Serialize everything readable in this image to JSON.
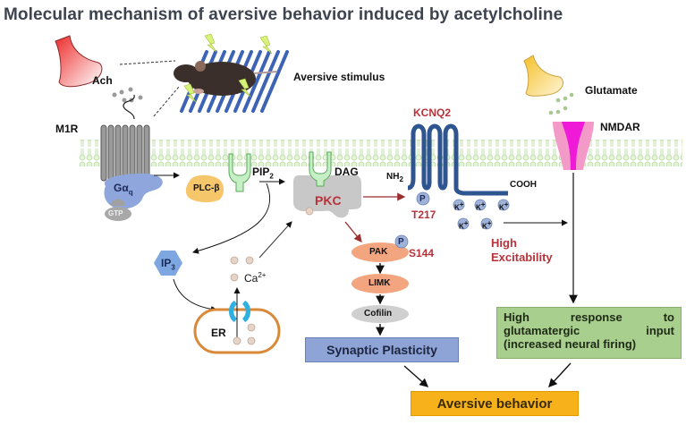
{
  "title": "Molecular mechanism of aversive behavior induced by acetylcholine",
  "labels": {
    "ach": "Ach",
    "m1r": "M1R",
    "aversive_stimulus": "Aversive stimulus",
    "glutamate": "Glutamate",
    "nmdar": "NMDAR",
    "kcnq2": "KCNQ2",
    "g_alpha": "Gα",
    "g_alpha_sub": "q",
    "gtp": "GTP",
    "plc": "PLC-β",
    "pip": "PIP",
    "pip_sub": "2",
    "dag": "DAG",
    "pkc": "PKC",
    "nh": "NH",
    "nh_sub": "2",
    "cooh": "COOH",
    "p": "P",
    "t217": "T217",
    "k_ion": "K",
    "k_sup": "+",
    "high_excitability_1": "High",
    "high_excitability_2": "Excitability",
    "ip": "IP",
    "ip_sub": "3",
    "ca": "Ca",
    "ca_sup": "2+",
    "er": "ER",
    "pak": "PAK",
    "s144": "S144",
    "limk": "LIMK",
    "cofilin": "Cofilin"
  },
  "boxes": {
    "synaptic_plasticity": "Synaptic Plasticity",
    "aversive_behavior": "Aversive behavior",
    "glutamatergic_line1_words": [
      "High",
      "response",
      "to"
    ],
    "glutamatergic_line2_words": [
      "glutamatergic",
      "input"
    ],
    "glutamatergic_line3": "(increased neural firing)"
  },
  "colors": {
    "title": "#3d4450",
    "red_label": "#b8323a",
    "membrane": "#cfe7bf",
    "receptor_gray": "#9a9a9a",
    "g_protein": "#8ea6db",
    "plc": "#f6c66a",
    "pip_green": "#c6efc6",
    "pkc_gray": "#c8c8c8",
    "kcnq2_blue": "#2e5590",
    "k_ion": "#9fb2d8",
    "pak": "#f2a57f",
    "cofilin": "#cfcfcf",
    "synaptic": "#8ea3d6",
    "aversive": "#f7b21b",
    "glutamatergic": "#a8cf8e",
    "nmdar_pink": "#f49ac8",
    "nmdar_magenta": "#ee1ad8",
    "er_orange": "#d88a3a",
    "channel_cyan": "#2fb0e0",
    "ach_terminal": "#ee3b3b",
    "glu_terminal": "#f4c43a"
  }
}
